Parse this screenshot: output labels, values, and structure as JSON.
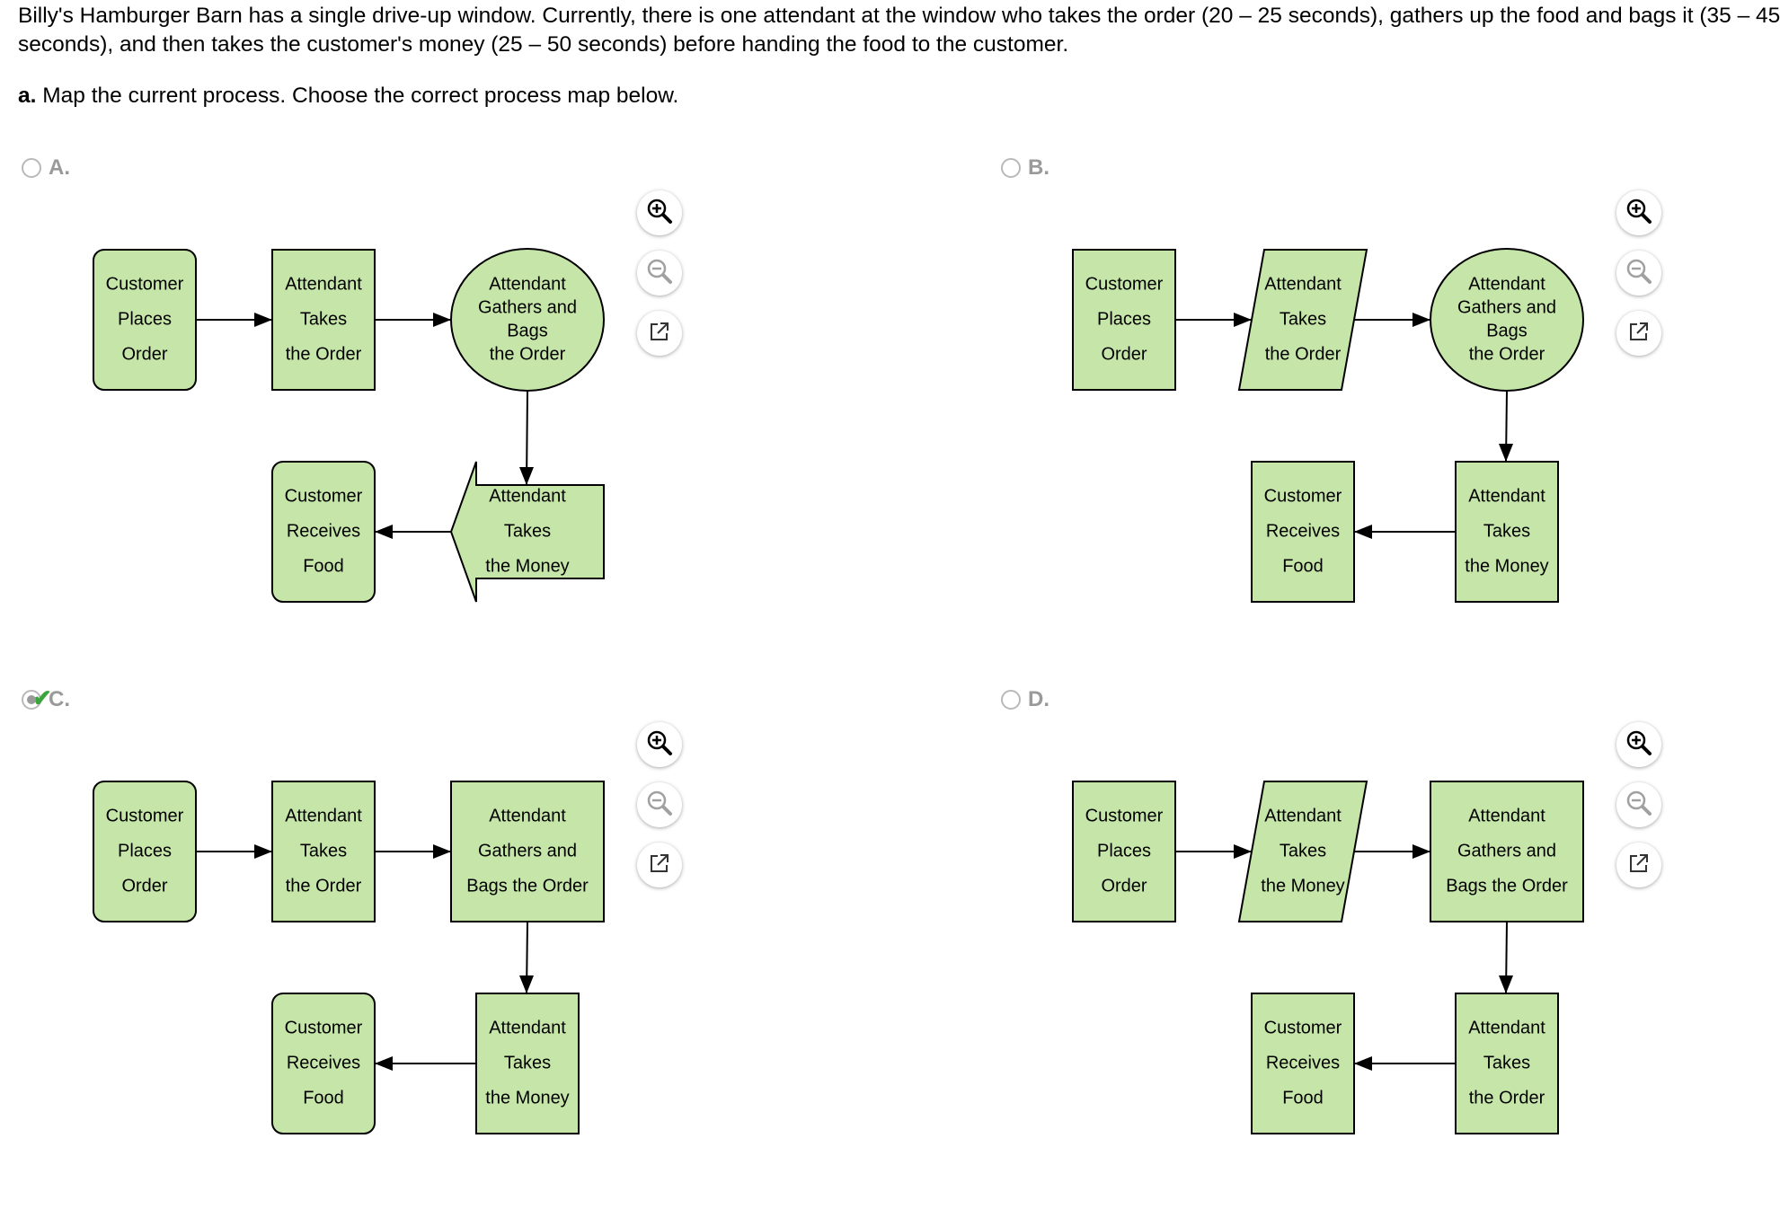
{
  "problem": {
    "line1": "Billy's Hamburger Barn has a single drive-up window. Currently, there is one attendant at the window who takes the order (20 – 25 seconds), gathers up the food and bags it (35 – 45",
    "line2": "seconds), and then takes the customer's money (25 – 50 seconds) before handing the food to the customer."
  },
  "part_a": {
    "letter": "a.",
    "text": " Map the current process. Choose the correct process map below."
  },
  "colors": {
    "node_fill": "#c6e6a9",
    "stroke": "#000000",
    "label_gray": "#9a9a9a",
    "check_green": "#3aa53a"
  },
  "icons": {
    "zoom_in": "zoom-in-icon",
    "zoom_out": "zoom-out-icon",
    "popout": "external-link-icon"
  },
  "options": [
    {
      "label": "A.",
      "selected": false,
      "nodes": [
        {
          "shape": "rounded-rect",
          "lines": [
            "Customer",
            "Places",
            "Order"
          ]
        },
        {
          "shape": "rect",
          "lines": [
            "Attendant",
            "Takes",
            "the Order"
          ]
        },
        {
          "shape": "circle",
          "lines": [
            "Attendant",
            "Gathers and",
            "Bags",
            "the Order"
          ]
        },
        {
          "shape": "arrow-left",
          "lines": [
            "Attendant",
            "Takes",
            "the Money"
          ]
        },
        {
          "shape": "rounded-rect",
          "lines": [
            "Customer",
            "Receives",
            "Food"
          ]
        }
      ]
    },
    {
      "label": "B.",
      "selected": false,
      "nodes": [
        {
          "shape": "rect",
          "lines": [
            "Customer",
            "Places",
            "Order"
          ]
        },
        {
          "shape": "parallelogram",
          "lines": [
            "Attendant",
            "Takes",
            "the Order"
          ]
        },
        {
          "shape": "circle",
          "lines": [
            "Attendant",
            "Gathers and",
            "Bags",
            "the Order"
          ]
        },
        {
          "shape": "rect",
          "lines": [
            "Attendant",
            "Takes",
            "the Money"
          ]
        },
        {
          "shape": "rect",
          "lines": [
            "Customer",
            "Receives",
            "Food"
          ]
        }
      ]
    },
    {
      "label": "C.",
      "selected": true,
      "nodes": [
        {
          "shape": "rounded-rect",
          "lines": [
            "Customer",
            "Places",
            "Order"
          ]
        },
        {
          "shape": "rect",
          "lines": [
            "Attendant",
            "Takes",
            "the Order"
          ]
        },
        {
          "shape": "wide-rect",
          "lines": [
            "Attendant",
            "Gathers and",
            "Bags the Order"
          ]
        },
        {
          "shape": "rect",
          "lines": [
            "Attendant",
            "Takes",
            "the Money"
          ]
        },
        {
          "shape": "rounded-rect",
          "lines": [
            "Customer",
            "Receives",
            "Food"
          ]
        }
      ]
    },
    {
      "label": "D.",
      "selected": false,
      "nodes": [
        {
          "shape": "rect",
          "lines": [
            "Customer",
            "Places",
            "Order"
          ]
        },
        {
          "shape": "parallelogram",
          "lines": [
            "Attendant",
            "Takes",
            "the Money"
          ]
        },
        {
          "shape": "wide-rect",
          "lines": [
            "Attendant",
            "Gathers and",
            "Bags the Order"
          ]
        },
        {
          "shape": "rect",
          "lines": [
            "Attendant",
            "Takes",
            "the Order"
          ]
        },
        {
          "shape": "rect",
          "lines": [
            "Customer",
            "Receives",
            "Food"
          ]
        }
      ]
    }
  ]
}
